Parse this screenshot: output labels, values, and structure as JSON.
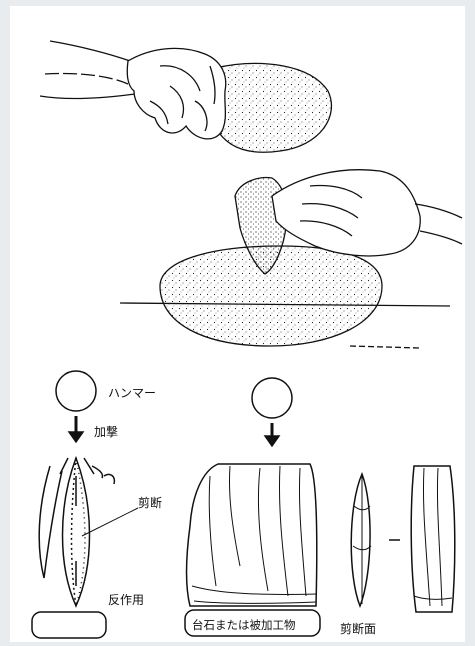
{
  "labels": {
    "hammer": "ハンマー",
    "strike": "加撃",
    "shear": "剪断",
    "reaction": "反作用",
    "anvil": "台石または被加工物",
    "shear_face": "剪断面"
  },
  "colors": {
    "ink": "#111111",
    "paper": "#ffffff",
    "background": "#e9ecef"
  }
}
